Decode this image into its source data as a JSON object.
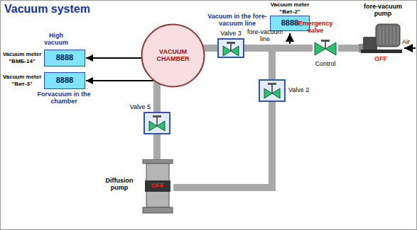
{
  "diagram": {
    "title": "Vacuum system",
    "nodes": [
      {
        "text": [
          "Vacuum meter \"ВМБ-14\"",
          "8888"
        ]
      },
      {
        "text": [
          "Vacuum meter \"Вит-3\"",
          "8888"
        ]
      },
      {
        "text": [
          "VACUUM CHAMBER"
        ]
      },
      {
        "text": [
          "Vacuum meter \"Вит-2\"",
          "8888"
        ]
      },
      {
        "text": [
          "Valve 3"
        ]
      },
      {
        "text": [
          "Emergency valve",
          "Control"
        ]
      },
      {
        "text": [
          "fore-vacuum pump",
          "OFF"
        ]
      },
      {
        "text": [
          "Valve 2"
        ]
      },
      {
        "text": [
          "Valve 5"
        ]
      },
      {
        "text": [
          "Diffusion pump",
          "OFF"
        ]
      }
    ],
    "edges": [
      {
        "from": 2,
        "to": 0,
        "arrow": "to"
      },
      {
        "from": 2,
        "to": 1,
        "arrow": "to"
      },
      {
        "from": 2,
        "to": 4,
        "arrow": "none"
      },
      {
        "from": 4,
        "to": 5,
        "arrow": "none"
      },
      {
        "from": 5,
        "to": 6,
        "arrow": "none"
      },
      {
        "from": 7,
        "to": 5,
        "arrow": "none"
      },
      {
        "from": 2,
        "to": 8,
        "arrow": "none"
      },
      {
        "from": 8,
        "to": 9,
        "arrow": "none"
      },
      {
        "from": 9,
        "to": 7,
        "arrow": "none"
      }
    ],
    "labels": [
      "High vacuum",
      "Forvacuum in the chamber",
      "Vacuum in the fore-vacuum line",
      "fore-vacuum line",
      "Air"
    ]
  }
}
